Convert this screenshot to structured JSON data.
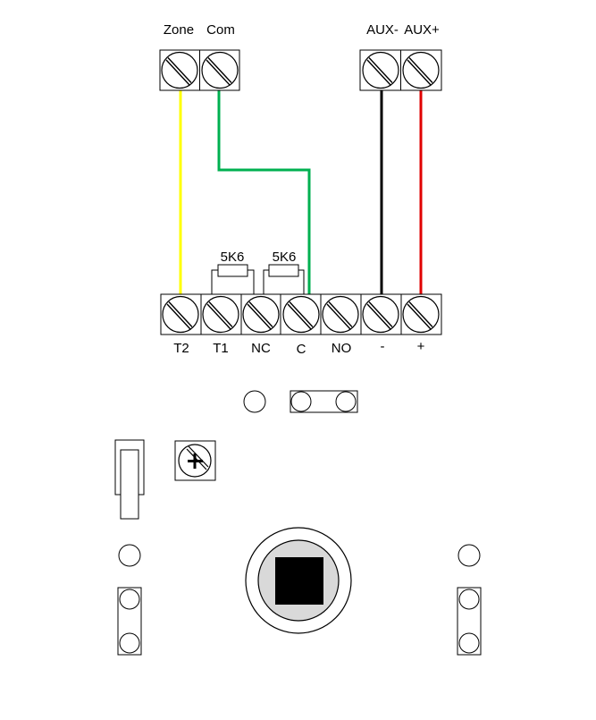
{
  "colors": {
    "background": "#ffffff",
    "outline": "#000000",
    "wire_zone": "#ffff00",
    "wire_com": "#00b050",
    "wire_aux_minus": "#000000",
    "wire_aux_plus": "#e00000",
    "lens_ring": "#d9d9d9",
    "lens_window": "#000000"
  },
  "top_left_block": {
    "labels": [
      "Zone",
      "Com"
    ]
  },
  "top_right_block": {
    "labels": [
      "AUX-",
      "AUX+"
    ]
  },
  "bottom_block": {
    "labels": [
      "T2",
      "T1",
      "NC",
      "C",
      "NO",
      "-",
      "+"
    ]
  },
  "resistors": [
    {
      "label": "5K6"
    },
    {
      "label": "5K6"
    }
  ],
  "wires": [
    {
      "name": "zone",
      "from": "Zone",
      "to": "T2",
      "color": "yellow"
    },
    {
      "name": "com",
      "from": "Com",
      "to": "C",
      "color": "green"
    },
    {
      "name": "aux-minus",
      "from": "AUX-",
      "to": "-",
      "color": "black"
    },
    {
      "name": "aux-plus",
      "from": "AUX+",
      "to": "+",
      "color": "red"
    }
  ],
  "icons": {
    "screw": "slotted-screw-icon",
    "adjuster": "phillips-screw-icon",
    "lens": "pir-sensor-lens-icon"
  }
}
